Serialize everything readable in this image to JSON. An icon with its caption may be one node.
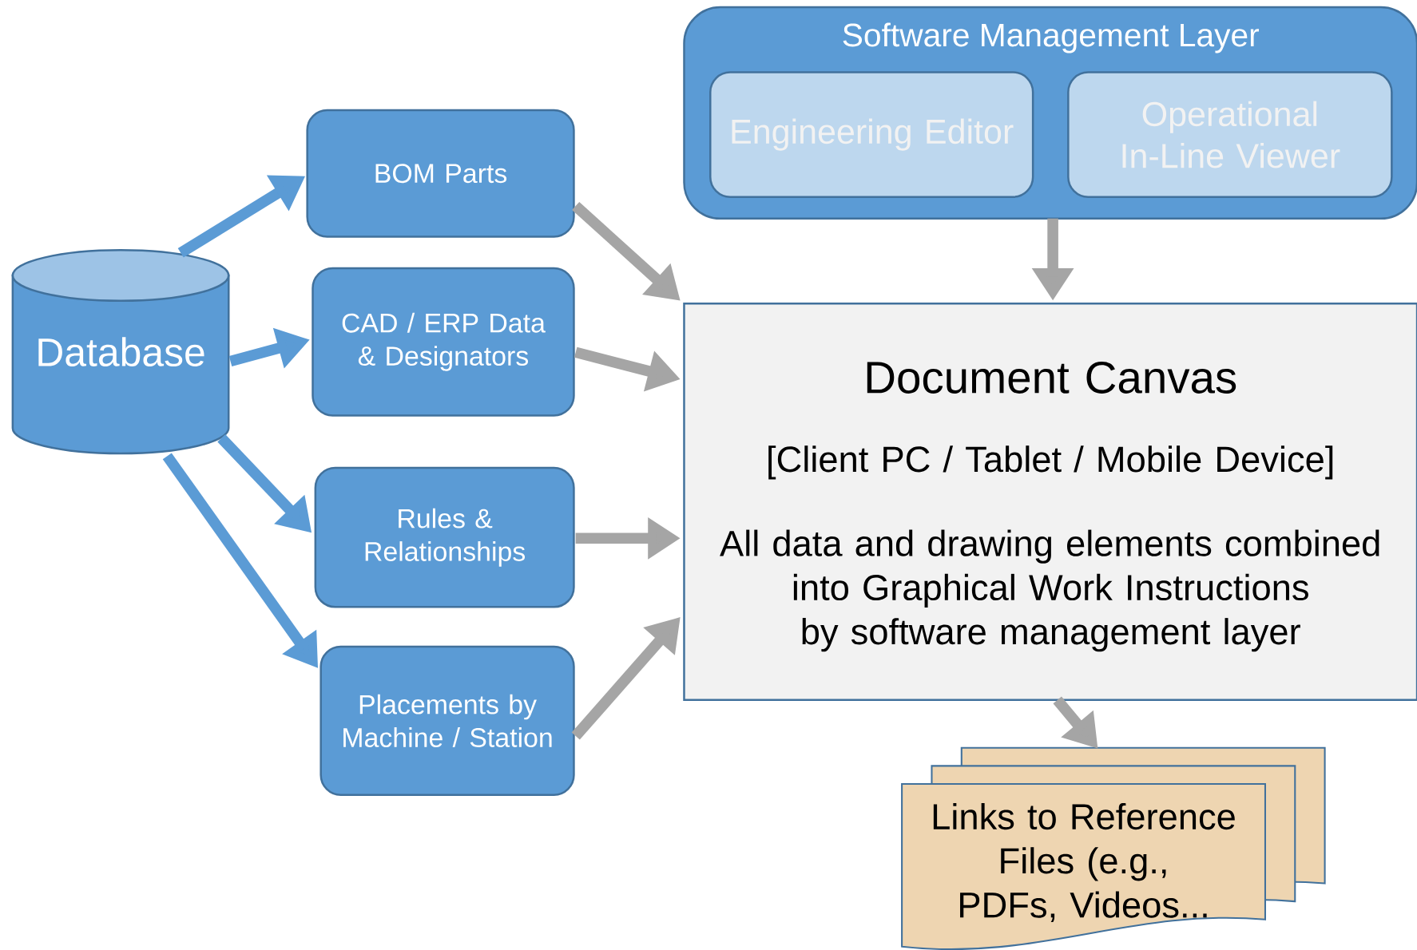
{
  "diagram": {
    "nodes": [
      {
        "text": [
          "Software Management Layer"
        ]
      },
      {
        "text": [
          "Engineering Editor"
        ],
        "in": 0
      },
      {
        "text": [
          "Operational In-Line Viewer"
        ],
        "in": 0
      },
      {
        "text": [
          "Database"
        ]
      },
      {
        "text": [
          "BOM Parts"
        ]
      },
      {
        "text": [
          "CAD / ERP Data & Designators"
        ]
      },
      {
        "text": [
          "Rules & Relationships"
        ]
      },
      {
        "text": [
          "Placements by Machine / Station"
        ]
      },
      {
        "text": [
          "Document Canvas",
          "[Client PC / Tablet / Mobile Device]",
          "All data and drawing elements combined into Graphical Work Instructions by software management layer"
        ]
      },
      {
        "text": [
          "Links to Reference Files (e.g., PDFs, Videos..."
        ]
      }
    ],
    "edges": [
      {
        "from": 3,
        "to": 4,
        "arrow": "to",
        "color": "#5b9bd5"
      },
      {
        "from": 3,
        "to": 5,
        "arrow": "to",
        "color": "#5b9bd5"
      },
      {
        "from": 3,
        "to": 6,
        "arrow": "to",
        "color": "#5b9bd5"
      },
      {
        "from": 3,
        "to": 7,
        "arrow": "to",
        "color": "#5b9bd5"
      },
      {
        "from": 4,
        "to": 8,
        "arrow": "to"
      },
      {
        "from": 5,
        "to": 8,
        "arrow": "to"
      },
      {
        "from": 6,
        "to": 8,
        "arrow": "to"
      },
      {
        "from": 7,
        "to": 8,
        "arrow": "to"
      },
      {
        "from": 0,
        "to": 8,
        "arrow": "to"
      },
      {
        "from": 8,
        "to": 9,
        "arrow": "to"
      }
    ]
  }
}
